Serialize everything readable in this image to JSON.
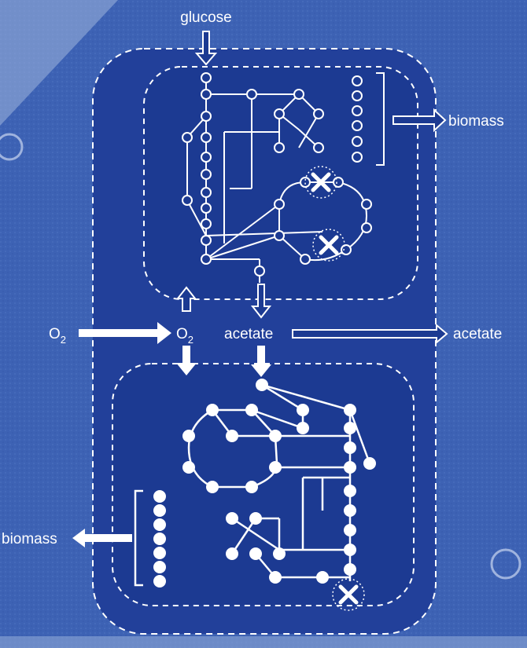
{
  "labels": {
    "glucose": "glucose",
    "biomass_top": "biomass",
    "o2_left": "O",
    "o2_left_sub": "2",
    "o2_center": "O",
    "o2_center_sub": "2",
    "acetate_center": "acetate",
    "acetate_right": "acetate",
    "biomass_bottom": "biomass"
  },
  "colors": {
    "background": "#3b5fb0",
    "community": "#22409a",
    "cell": "#1c3a92",
    "line": "#ffffff"
  }
}
